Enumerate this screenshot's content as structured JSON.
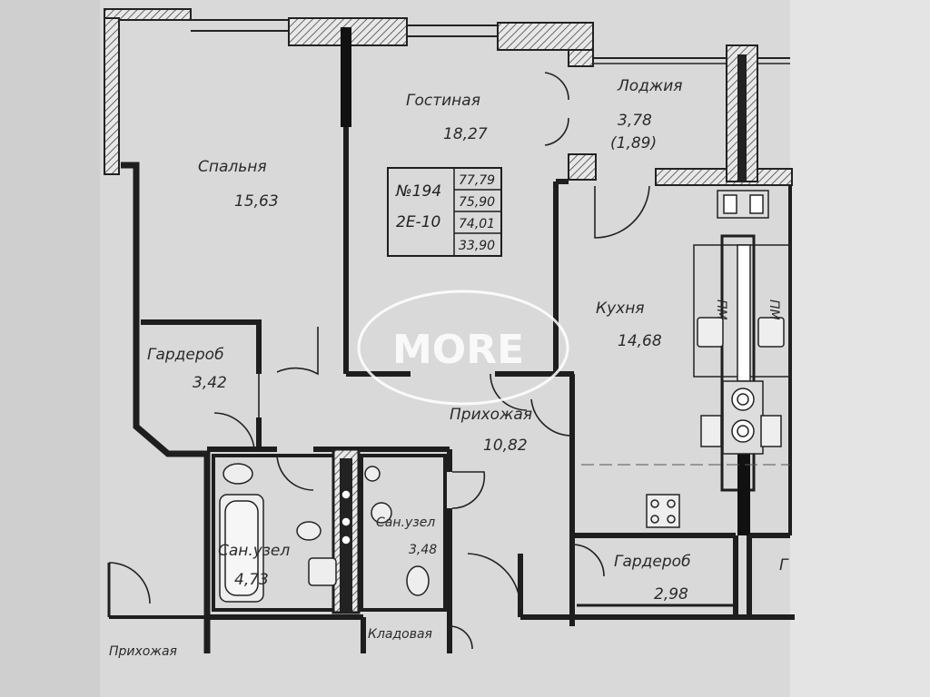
{
  "watermark": "MORE",
  "rooms": {
    "living": {
      "label": "Гостиная",
      "area": "18,27"
    },
    "loggia": {
      "label": "Лоджия",
      "area": "3,78",
      "area_reduced": "(1,89)"
    },
    "bedroom": {
      "label": "Спальня",
      "area": "15,63"
    },
    "wardrobe1": {
      "label": "Гардероб",
      "area": "3,42"
    },
    "kitchen": {
      "label": "Кухня",
      "area": "14,68"
    },
    "hall": {
      "label": "Прихожая",
      "area": "10,82"
    },
    "bath1": {
      "label": "Сан.узел",
      "area": "4,73"
    },
    "bath2": {
      "label": "Сан.узел",
      "area": "3,48"
    },
    "wardrobe2": {
      "label": "Гардероб",
      "area": "2,98"
    },
    "storage": {
      "label": "Кладовая"
    },
    "hall_neighbor": {
      "label": "Прихожая"
    },
    "fragment_right": {
      "label": "Г"
    },
    "stove_mark_left": {
      "label": "ПМ"
    },
    "stove_mark_right": {
      "label": "ПМ"
    }
  },
  "apartment_table": {
    "number": "№194",
    "type": "2Е-10",
    "values": [
      "77,79",
      "75,90",
      "74,01",
      "33,90"
    ]
  },
  "colors": {
    "paper": "#dcdcdc",
    "wall": "#1e1e1e",
    "hatch": "#555555",
    "watermark": "#ffffff"
  }
}
